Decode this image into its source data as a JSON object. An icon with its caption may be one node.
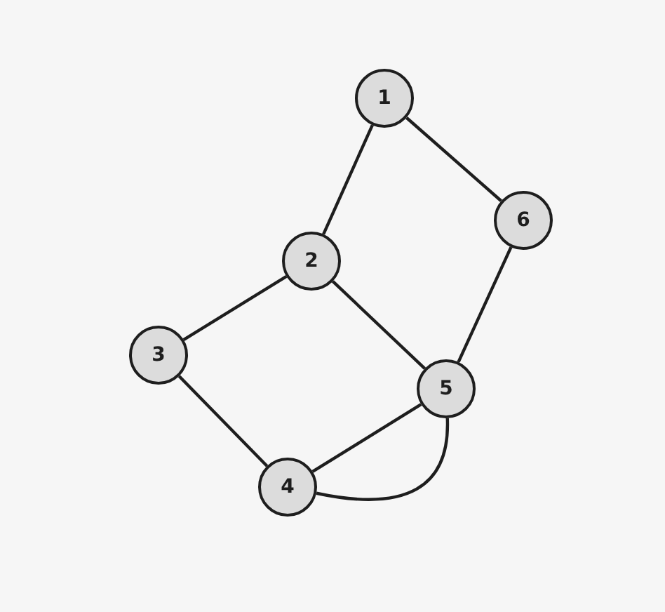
{
  "diagram": {
    "nodes": [
      {
        "text": [
          "1"
        ]
      },
      {
        "text": [
          "6"
        ]
      },
      {
        "text": [
          "2"
        ]
      },
      {
        "text": [
          "3"
        ]
      },
      {
        "text": [
          "5"
        ]
      },
      {
        "text": [
          "4"
        ]
      }
    ],
    "edges": [
      {
        "from": 0,
        "to": 2,
        "arrow": "none"
      },
      {
        "from": 0,
        "to": 1,
        "arrow": "none"
      },
      {
        "from": 1,
        "to": 4,
        "arrow": "none"
      },
      {
        "from": 2,
        "to": 4,
        "arrow": "none"
      },
      {
        "from": 2,
        "to": 3,
        "arrow": "none"
      },
      {
        "from": 3,
        "to": 5,
        "arrow": "none"
      },
      {
        "from": 5,
        "to": 4,
        "arrow": "none"
      },
      {
        "from": 4,
        "to": 5,
        "arrow": "none"
      }
    ]
  }
}
